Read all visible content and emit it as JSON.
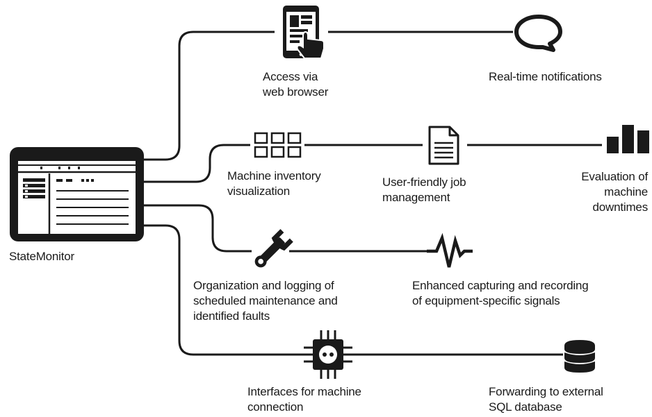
{
  "hub": {
    "label": "StateMonitor",
    "icon": "monitor-screen-icon"
  },
  "features": [
    {
      "id": "web",
      "icon": "tablet-touch-icon",
      "lines": [
        "Access via",
        "web browser"
      ]
    },
    {
      "id": "notify",
      "icon": "speech-bubble-icon",
      "lines": [
        "Real-time notifications"
      ]
    },
    {
      "id": "inventory",
      "icon": "machine-grid-icon",
      "lines": [
        "Machine inventory",
        "visualization"
      ]
    },
    {
      "id": "jobs",
      "icon": "document-icon",
      "lines": [
        "User-friendly job",
        "management"
      ]
    },
    {
      "id": "downtime",
      "icon": "bar-chart-icon",
      "lines": [
        "Evaluation of",
        "machine",
        "downtimes"
      ]
    },
    {
      "id": "maintenance",
      "icon": "wrench-icon",
      "lines": [
        "Organization and logging of",
        "scheduled maintenance and",
        "identified faults"
      ]
    },
    {
      "id": "signals",
      "icon": "signal-waveform-icon",
      "lines": [
        "Enhanced capturing and recording",
        "of equipment-specific signals"
      ]
    },
    {
      "id": "interfaces",
      "icon": "chip-interface-icon",
      "lines": [
        "Interfaces for machine",
        "connection"
      ]
    },
    {
      "id": "sql",
      "icon": "database-icon",
      "lines": [
        "Forwarding to external",
        "SQL database"
      ]
    }
  ]
}
